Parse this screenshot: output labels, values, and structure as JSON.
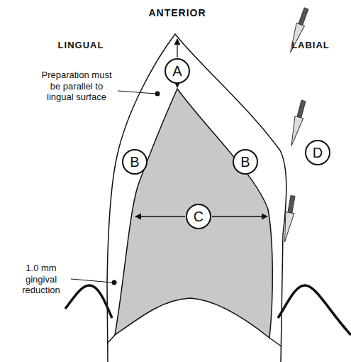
{
  "diagram": {
    "nodes": [
      {
        "text": [
          "A"
        ]
      },
      {
        "text": [
          "B"
        ]
      },
      {
        "text": [
          "B"
        ]
      },
      {
        "text": [
          "C"
        ]
      },
      {
        "text": [
          "D"
        ]
      }
    ],
    "labels": [
      "ANTERIOR",
      "LINGUAL",
      "LABIAL",
      "Preparation must be parallel to lingual surface",
      "1.0 mm gingival reduction"
    ]
  }
}
